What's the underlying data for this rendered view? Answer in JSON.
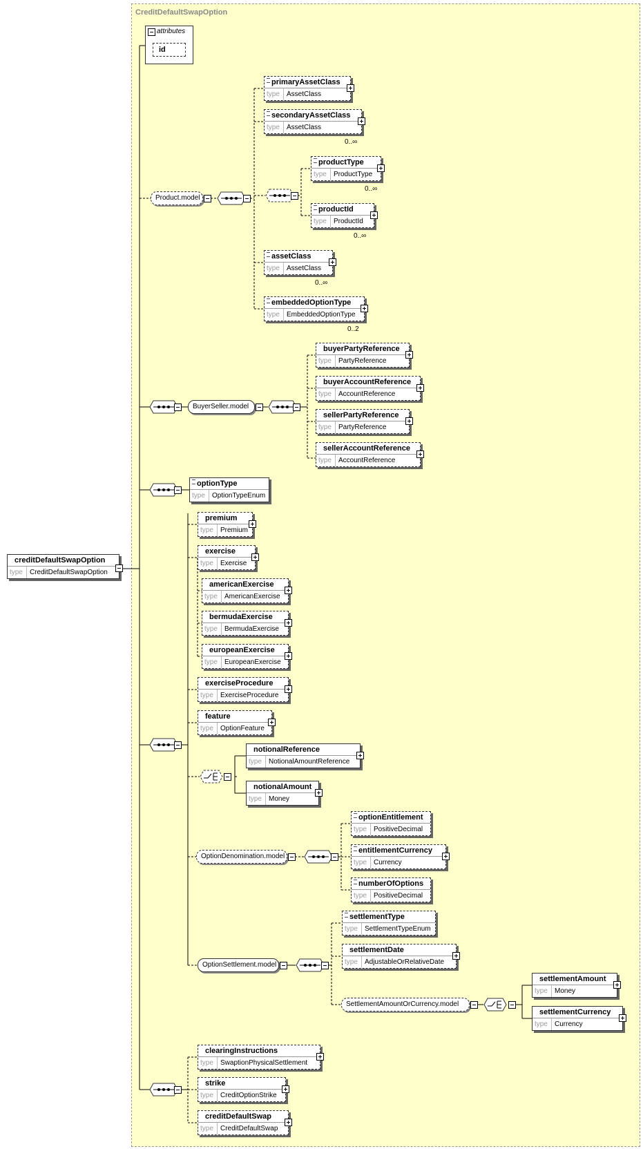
{
  "panel_title": "CreditDefaultSwapOption",
  "attributes": {
    "title": "attributes",
    "id": "id"
  },
  "type_label": "type",
  "root": {
    "name": "creditDefaultSwapOption",
    "type": "CreditDefaultSwapOption"
  },
  "groups": {
    "product_model": "Product.model",
    "buyer_seller_model": "BuyerSeller.model",
    "option_denomination_model": "OptionDenomination.model",
    "option_settlement_model": "OptionSettlement.model",
    "settlement_amount_or_currency_model": "SettlementAmountOrCurrency.model"
  },
  "elements": {
    "primaryAssetClass": {
      "name": "primaryAssetClass",
      "type": "AssetClass"
    },
    "secondaryAssetClass": {
      "name": "secondaryAssetClass",
      "type": "AssetClass",
      "card": "0..∞"
    },
    "productType": {
      "name": "productType",
      "type": "ProductType",
      "card": "0..∞"
    },
    "productId": {
      "name": "productId",
      "type": "ProductId",
      "card": "0..∞"
    },
    "assetClass": {
      "name": "assetClass",
      "type": "AssetClass",
      "card": "0..∞"
    },
    "embeddedOptionType": {
      "name": "embeddedOptionType",
      "type": "EmbeddedOptionType",
      "card": "0..2"
    },
    "buyerPartyReference": {
      "name": "buyerPartyReference",
      "type": "PartyReference"
    },
    "buyerAccountReference": {
      "name": "buyerAccountReference",
      "type": "AccountReference"
    },
    "sellerPartyReference": {
      "name": "sellerPartyReference",
      "type": "PartyReference"
    },
    "sellerAccountReference": {
      "name": "sellerAccountReference",
      "type": "AccountReference"
    },
    "optionType": {
      "name": "optionType",
      "type": "OptionTypeEnum"
    },
    "premium": {
      "name": "premium",
      "type": "Premium"
    },
    "exercise": {
      "name": "exercise",
      "type": "Exercise"
    },
    "americanExercise": {
      "name": "americanExercise",
      "type": "AmericanExercise"
    },
    "bermudaExercise": {
      "name": "bermudaExercise",
      "type": "BermudaExercise"
    },
    "europeanExercise": {
      "name": "europeanExercise",
      "type": "EuropeanExercise"
    },
    "exerciseProcedure": {
      "name": "exerciseProcedure",
      "type": "ExerciseProcedure"
    },
    "feature": {
      "name": "feature",
      "type": "OptionFeature"
    },
    "notionalReference": {
      "name": "notionalReference",
      "type": "NotionalAmountReference"
    },
    "notionalAmount": {
      "name": "notionalAmount",
      "type": "Money"
    },
    "optionEntitlement": {
      "name": "optionEntitlement",
      "type": "PositiveDecimal"
    },
    "entitlementCurrency": {
      "name": "entitlementCurrency",
      "type": "Currency"
    },
    "numberOfOptions": {
      "name": "numberOfOptions",
      "type": "PositiveDecimal"
    },
    "settlementType": {
      "name": "settlementType",
      "type": "SettlementTypeEnum"
    },
    "settlementDate": {
      "name": "settlementDate",
      "type": "AdjustableOrRelativeDate"
    },
    "settlementAmount": {
      "name": "settlementAmount",
      "type": "Money"
    },
    "settlementCurrency": {
      "name": "settlementCurrency",
      "type": "Currency"
    },
    "clearingInstructions": {
      "name": "clearingInstructions",
      "type": "SwaptionPhysicalSettlement"
    },
    "strike": {
      "name": "strike",
      "type": "CreditOptionStrike"
    },
    "creditDefaultSwap": {
      "name": "creditDefaultSwap",
      "type": "CreditDefaultSwap"
    }
  }
}
